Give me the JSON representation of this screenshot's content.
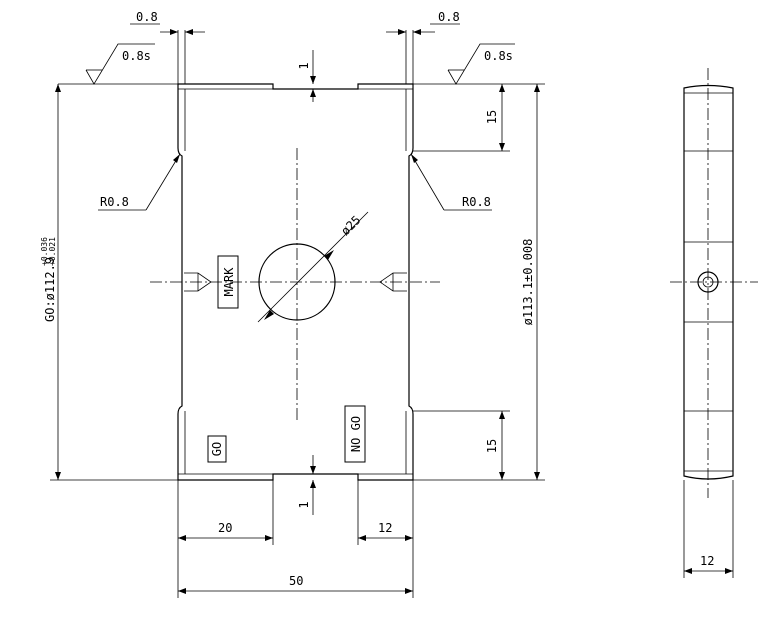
{
  "drawing": {
    "thickness_top_left": "0.8",
    "thickness_top_right": "0.8",
    "roughness_left": "0.8s",
    "roughness_right": "0.8s",
    "slot_depth_top": "1",
    "slot_depth_bottom": "1",
    "edge_zone_top": "15",
    "edge_zone_bottom": "15",
    "radius_left": "R0.8",
    "radius_right": "R0.8",
    "hole_diameter": "ø25",
    "mark_label": "MARK",
    "go_label": "GO",
    "no_go_label": "NO GO",
    "go_dim_prefix": "GO:ø112.9",
    "go_tol_upper": "+0.036",
    "go_tol_lower": "+0.021",
    "nogo_dim": "ø113.1±0.008",
    "width_left_slot": "20",
    "width_right_slot": "12",
    "total_width": "50",
    "side_thickness": "12"
  }
}
